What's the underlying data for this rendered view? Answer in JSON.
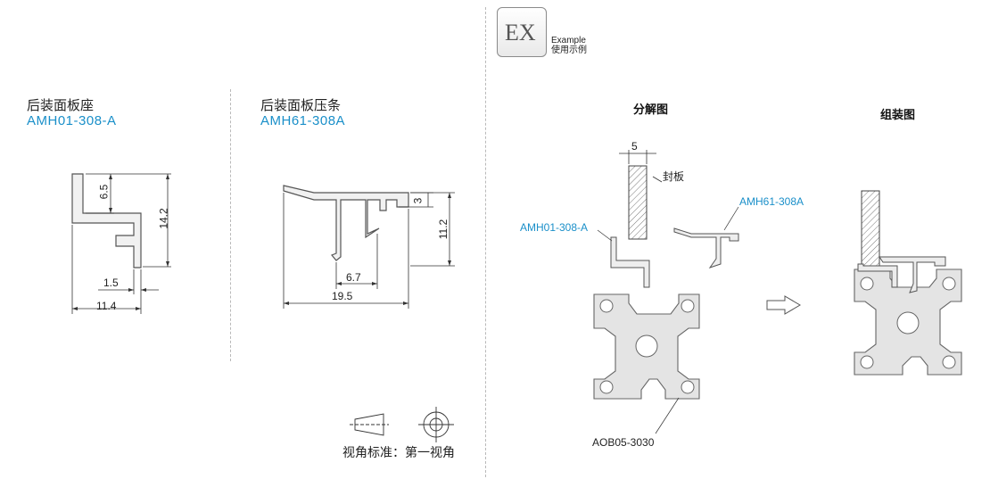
{
  "left_part": {
    "name": "后装面板座",
    "code": "AMH01-308-A",
    "dims": {
      "h1": "6.5",
      "h2": "14.2",
      "w1": "1.5",
      "w2": "11.4"
    }
  },
  "mid_part": {
    "name": "后装面板压条",
    "code": "AMH61-308A",
    "dims": {
      "h1": "3",
      "h2": "11.2",
      "w1": "6.7",
      "w2": "19.5"
    }
  },
  "example": {
    "badge": "EX",
    "label_en": "Example",
    "label_zh": "使用示例"
  },
  "exploded": {
    "caption": "分解图",
    "dim": "5",
    "seal_label": "封板",
    "part_left": "AMH01-308-A",
    "part_right": "AMH61-308A",
    "profile": "AOB05-3030"
  },
  "assembled": {
    "caption": "组装图"
  },
  "projection": {
    "label": "视角标准：第一视角"
  },
  "colors": {
    "accent": "#1a8fc9",
    "profile_fill": "#e4e4e4",
    "outline": "#6b6b6b"
  }
}
